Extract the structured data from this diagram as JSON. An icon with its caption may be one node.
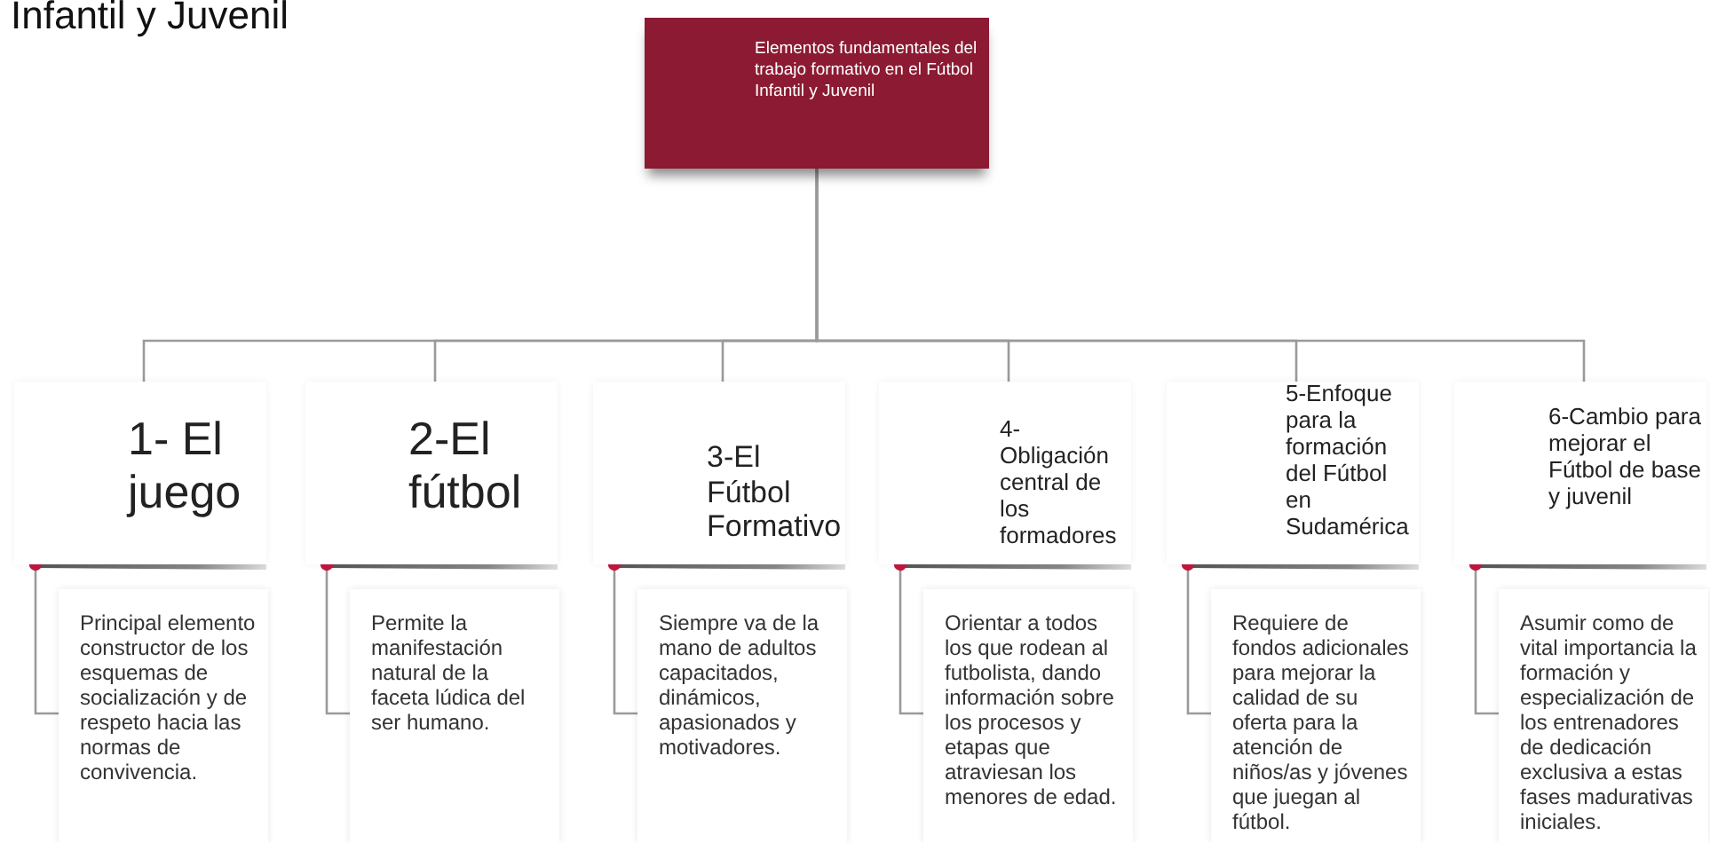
{
  "diagram": {
    "title": "Infantil y Juvenil",
    "nodes": [
      {
        "text": [
          "Elementos fundamentales del trabajo formativo en el Fútbol Infantil y Juvenil"
        ]
      },
      {
        "text": [
          "1- El juego"
        ]
      },
      {
        "text": [
          "Principal elemento constructor de los esquemas de socialización y de respeto hacia las normas de convivencia."
        ]
      },
      {
        "text": [
          "2-El fútbol"
        ]
      },
      {
        "text": [
          "Permite la manifestación natural de la faceta lúdica del ser humano."
        ]
      },
      {
        "text": [
          "3-El Fútbol Formativo"
        ]
      },
      {
        "text": [
          "Siempre va de la mano de adultos capacitados, dinámicos, apasionados y motivadores."
        ]
      },
      {
        "text": [
          "4- Obligación central de los formadores"
        ]
      },
      {
        "text": [
          "Orientar a todos los que rodean al futbolista, dando información sobre los procesos y etapas que atraviesan los menores de edad."
        ]
      },
      {
        "text": [
          "5-Enfoque para la formación del Fútbol en Sudamérica"
        ]
      },
      {
        "text": [
          "Requiere de fondos adicionales para mejorar la calidad de su oferta para la atención de niños/as y jóvenes que juegan al fútbol."
        ]
      },
      {
        "text": [
          "6-Cambio para mejorar el Fútbol de base y juvenil"
        ]
      },
      {
        "text": [
          "Asumir como de vital importancia la formación y especialización de los entrenadores de dedicación exclusiva a estas fases madurativas iniciales."
        ]
      }
    ],
    "edges": [
      {
        "from": 0,
        "to": 1,
        "arrow": "none"
      },
      {
        "from": 0,
        "to": 3,
        "arrow": "none"
      },
      {
        "from": 0,
        "to": 5,
        "arrow": "none"
      },
      {
        "from": 0,
        "to": 7,
        "arrow": "none"
      },
      {
        "from": 0,
        "to": 9,
        "arrow": "none"
      },
      {
        "from": 0,
        "to": 11,
        "arrow": "none"
      },
      {
        "from": 1,
        "to": 2,
        "arrow": "other"
      },
      {
        "from": 3,
        "to": 4,
        "arrow": "other"
      },
      {
        "from": 5,
        "to": 6,
        "arrow": "other"
      },
      {
        "from": 7,
        "to": 8,
        "arrow": "other"
      },
      {
        "from": 9,
        "to": 10,
        "arrow": "other"
      },
      {
        "from": 11,
        "to": 12,
        "arrow": "other"
      }
    ]
  }
}
